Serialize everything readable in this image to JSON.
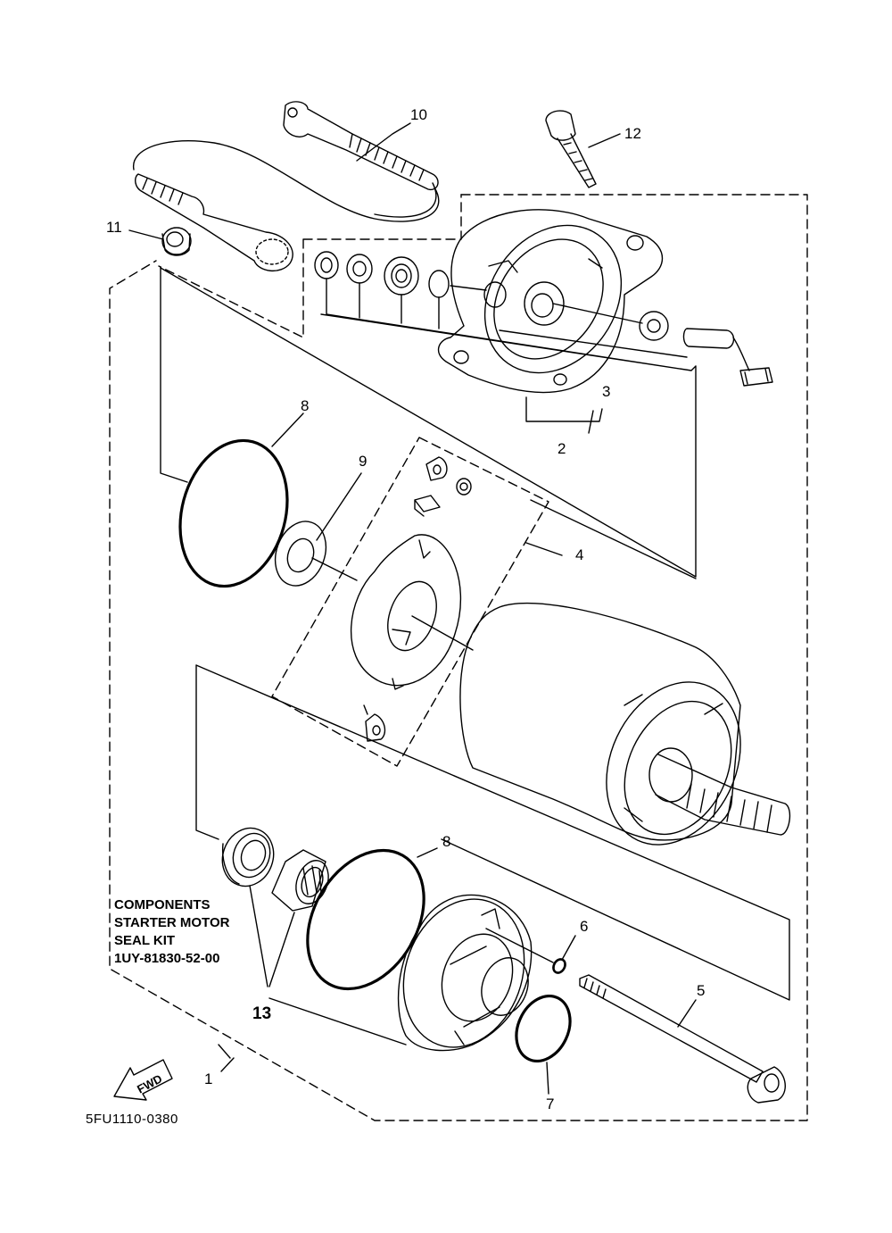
{
  "diagram": {
    "callouts": {
      "n1": "1",
      "n2": "2",
      "n3": "3",
      "n4": "4",
      "n5": "5",
      "n6": "6",
      "n7": "7",
      "n8a": "8",
      "n8b": "8",
      "n9": "9",
      "n10": "10",
      "n11": "11",
      "n12": "12",
      "n13": "13"
    },
    "kit": {
      "line1": "COMPONENTS",
      "line2": "STARTER MOTOR",
      "line3": "SEAL KIT",
      "line4": "1UY-81830-52-00"
    },
    "fwd_label": "FWD",
    "reference_code": "5FU1110-0380",
    "line_color": "#000000"
  }
}
